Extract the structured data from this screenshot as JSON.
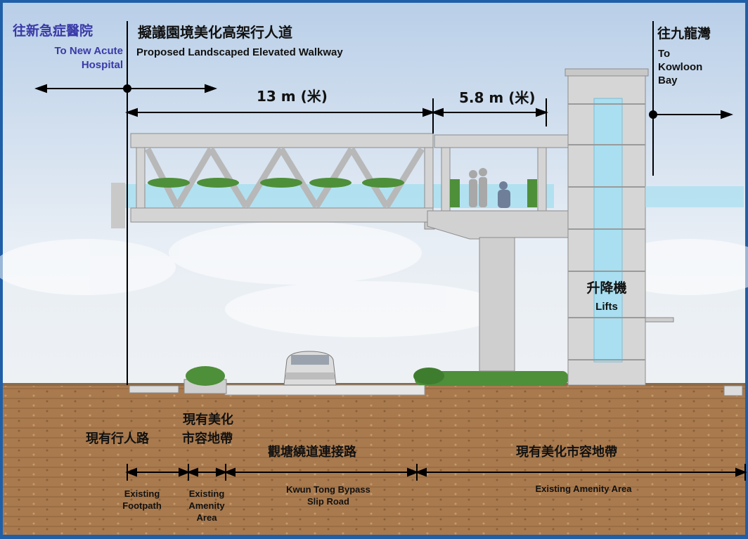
{
  "directions": {
    "left_zh": "往新急症醫院",
    "left_en_line1": "To New Acute",
    "left_en_line2": "Hospital",
    "right_zh": "往九龍灣",
    "right_en_line1": "To",
    "right_en_line2": "Kowloon",
    "right_en_line3": "Bay"
  },
  "title": {
    "zh": "擬議園境美化高架行人道",
    "en": "Proposed Landscaped Elevated Walkway"
  },
  "dimensions": {
    "span_main": "13 m (米)",
    "span_side": "5.8 m (米)"
  },
  "lifts": {
    "zh": "升降機",
    "en": "Lifts"
  },
  "ground": {
    "footpath_zh": "現有行人路",
    "footpath_en_line1": "Existing",
    "footpath_en_line2": "Footpath",
    "amenity1_zh_line1": "現有美化",
    "amenity1_zh_line2": "市容地帶",
    "amenity1_en_line1": "Existing",
    "amenity1_en_line2": "Amenity",
    "amenity1_en_line3": "Area",
    "slip_zh": "觀塘繞道連接路",
    "slip_en_line1": "Kwun Tong Bypass",
    "slip_en_line2": "Slip Road",
    "amenity2_zh": "現有美化市容地帶",
    "amenity2_en": "Existing Amenity Area"
  },
  "colors": {
    "frame": "#1f5fa8",
    "sky_top": "#b8cee6",
    "soil": "#a97a4e",
    "concrete": "#d4d4d4",
    "glass": "#a9dff0",
    "label_blue": "#3a3aa8"
  }
}
